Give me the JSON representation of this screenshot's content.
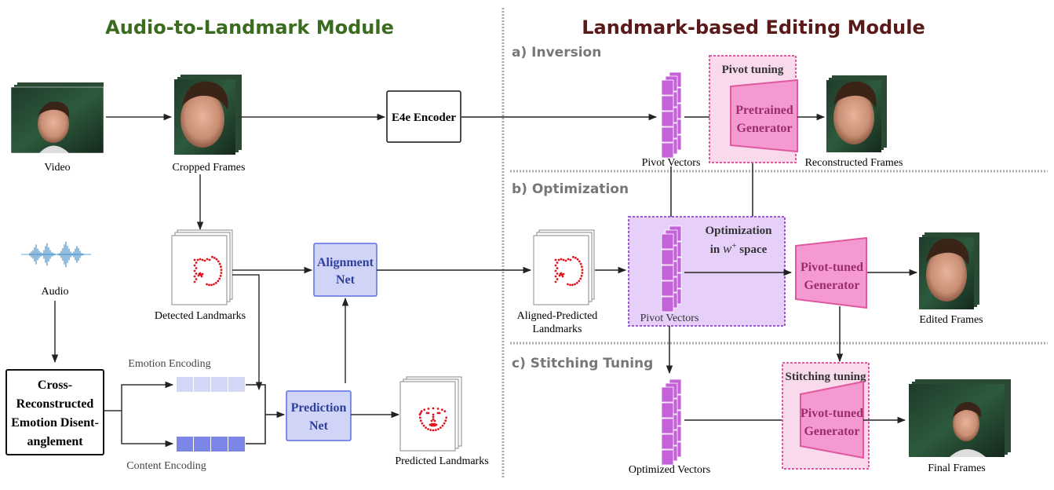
{
  "titles": {
    "left": "Audio-to-Landmark Module",
    "right": "Landmark-based Editing Module",
    "left_color": "#3a6b1f",
    "right_color": "#5a1a1a"
  },
  "sections": {
    "a": "a) Inversion",
    "b": "b) Optimization",
    "c": "c) Stitching Tuning"
  },
  "labels": {
    "video": "Video",
    "cropped_frames": "Cropped Frames",
    "e4e_encoder": "E4e Encoder",
    "audio": "Audio",
    "detected_landmarks": "Detected Landmarks",
    "alignment_net_1": "Alignment",
    "alignment_net_2": "Net",
    "cross_1": "Cross-",
    "cross_2": "Reconstructed",
    "cross_3": "Emotion Disent-",
    "cross_4": "anglement",
    "emotion_encoding": "Emotion Encoding",
    "content_encoding": "Content Encoding",
    "prediction_net_1": "Prediction",
    "prediction_net_2": "Net",
    "predicted_landmarks": "Predicted Landmarks",
    "pivot_vectors_a": "Pivot Vectors",
    "pivot_tuning": "Pivot tuning",
    "pretrained_gen_1": "Pretrained",
    "pretrained_gen_2": "Generator",
    "reconstructed_frames": "Reconstructed Frames",
    "aligned_pred_1": "Aligned-Predicted",
    "aligned_pred_2": "Landmarks",
    "optimization_1": "Optimization",
    "optimization_2_pre": "in ",
    "optimization_2_math": "w",
    "optimization_2_sup": "+",
    "optimization_2_post": " space",
    "pivot_vectors_b": "Pivot Vectors",
    "pivot_tuned_gen_1": "Pivot-tuned",
    "pivot_tuned_gen_2": "Generator",
    "edited_frames": "Edited Frames",
    "optimized_vectors": "Optimized Vectors",
    "stitching_tuning": "Stitching tuning",
    "pivot_tuned_gen_c_1": "Pivot-tuned",
    "pivot_tuned_gen_c_2": "Generator",
    "final_frames": "Final Frames"
  },
  "colors": {
    "net_fill": "#d0d4f7",
    "net_stroke": "#5a6fe0",
    "net_text": "#2f3f9a",
    "vector_fill": "#c462d8",
    "generator_fill": "#f59ad0",
    "generator_stroke": "#e0589f",
    "generator_text": "#9a2e6a",
    "pink_box_fill": "#f9d9ec",
    "purple_box_fill": "#e6d0fa",
    "purple_box_stroke": "#9b57d6",
    "emotion_cell": "#d4d8f7",
    "content_cell": "#7c86e8",
    "landmark_dot": "#e0141e",
    "section_text": "#777777"
  }
}
